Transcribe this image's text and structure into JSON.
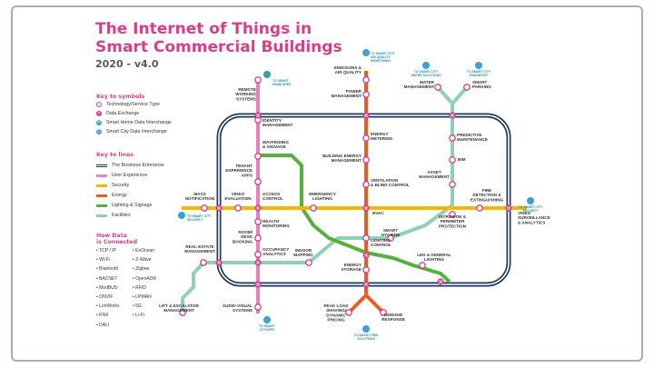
{
  "title_lines": [
    "The Internet of Things in",
    "Smart Commercial Buildings"
  ],
  "subtitle": "2020 - v4.0",
  "key_symbols": {
    "heading": "Key to symbols",
    "items": [
      {
        "label": "Technology/Service Type",
        "glyph": ""
      },
      {
        "label": "Data Exchange",
        "glyph": "×"
      },
      {
        "label": "Smart Home Data Interchange",
        "glyph": "H"
      },
      {
        "label": "Smart City Data Interchange",
        "glyph": "C"
      }
    ]
  },
  "key_lines": {
    "heading": "Key to lines",
    "items": [
      {
        "label": "The Business Enterprise",
        "color": "#1c3a5e",
        "double": true
      },
      {
        "label": "User Experience",
        "color": "#e97fc1"
      },
      {
        "label": "Security",
        "color": "#f5b800"
      },
      {
        "label": "Energy",
        "color": "#ef5a1f"
      },
      {
        "label": "Lighting & Signage",
        "color": "#56b13c"
      },
      {
        "label": "Facilities",
        "color": "#8fd1b5"
      }
    ]
  },
  "how_connected": {
    "heading": [
      "How Data",
      "is Connected"
    ],
    "col1": [
      "TCP / IP",
      "Wi-Fi",
      "Bluetooth",
      "BACNET",
      "ModBUS",
      "ONVIF",
      "LonWorks",
      "KNX",
      "DALI"
    ],
    "col2": [
      "EnOcean",
      "Z-Wave",
      "Zigbee",
      "OpenADR",
      "RFID",
      "LPWAN",
      "5G",
      "Li-Fi"
    ]
  },
  "stations": [
    {
      "id": "remote",
      "lines": [
        "REMOTE",
        "WORKING",
        "SYSTEMS"
      ]
    },
    {
      "id": "identity",
      "lines": [
        "IDENTITY",
        "MANAGEMENT"
      ]
    },
    {
      "id": "wayfinding",
      "lines": [
        "WAYFINDING",
        "& SIGNAGE"
      ]
    },
    {
      "id": "tenant",
      "lines": [
        "TENANT",
        "EXPERIENCE",
        "APPS"
      ]
    },
    {
      "id": "mass",
      "lines": [
        "MASS",
        "NOTIFICATION"
      ]
    },
    {
      "id": "video_eval",
      "lines": [
        "VIDEO",
        "EVALUATION"
      ]
    },
    {
      "id": "access",
      "lines": [
        "ACCESS",
        "CONTROL"
      ]
    },
    {
      "id": "health",
      "lines": [
        "HEALTH",
        "MONITORING"
      ]
    },
    {
      "id": "room",
      "lines": [
        "ROOM/",
        "DESK",
        "BOOKING"
      ]
    },
    {
      "id": "occupancy",
      "lines": [
        "OCCUPANCY",
        "ANALYTICS"
      ]
    },
    {
      "id": "realestate",
      "lines": [
        "REAL-ESTATE",
        "MANAGEMENT"
      ]
    },
    {
      "id": "lift",
      "lines": [
        "LIFT & ESCALATOR",
        "MANAGEMENT"
      ]
    },
    {
      "id": "audio",
      "lines": [
        "AUDIO-VISUAL",
        "SYSTEMS"
      ]
    },
    {
      "id": "indoor",
      "lines": [
        "INDOOR",
        "MAPPING"
      ]
    },
    {
      "id": "emergency",
      "lines": [
        "EMERGENCY",
        "LIGHTING"
      ]
    },
    {
      "id": "emissions",
      "lines": [
        "EMISSIONS &",
        "AIR QUALITY"
      ]
    },
    {
      "id": "power",
      "lines": [
        "POWER",
        "MANAGEMENT"
      ]
    },
    {
      "id": "energy_meter",
      "lines": [
        "ENERGY",
        "METERING"
      ]
    },
    {
      "id": "bem",
      "lines": [
        "BUILDING ENERGY",
        "MANAGEMENT"
      ]
    },
    {
      "id": "ventilation",
      "lines": [
        "VENTILATION",
        "& BLIND CONTROL"
      ]
    },
    {
      "id": "hvac",
      "lines": [
        "HVAC"
      ]
    },
    {
      "id": "lighting_ctrl",
      "lines": [
        "LIGHTING",
        "CONTROL"
      ]
    },
    {
      "id": "energy_storage",
      "lines": [
        "ENERGY",
        "STORAGE"
      ]
    },
    {
      "id": "led",
      "lines": [
        "LED & GENERAL",
        "LIGHTING"
      ]
    },
    {
      "id": "peak",
      "lines": [
        "PEAK LOAD",
        "SHAVING/",
        "DYNAMIC",
        "PRICING"
      ]
    },
    {
      "id": "demand",
      "lines": [
        "DEMAND",
        "RESPONSE"
      ]
    },
    {
      "id": "water",
      "lines": [
        "WATER",
        "MANAGEMENT"
      ]
    },
    {
      "id": "parking",
      "lines": [
        "SMART",
        "PARKING"
      ]
    },
    {
      "id": "predictive",
      "lines": [
        "PREDICTIVE",
        "MAINTENANCE"
      ]
    },
    {
      "id": "bim",
      "lines": [
        "BIM"
      ]
    },
    {
      "id": "asset",
      "lines": [
        "ASSET",
        "MANAGEMENT"
      ]
    },
    {
      "id": "smart_hygiene",
      "lines": [
        "SMART",
        "HYGIENE"
      ]
    },
    {
      "id": "fire",
      "lines": [
        "FIRE",
        "DETECTION &",
        "EXTINGUISHING"
      ]
    },
    {
      "id": "intrusion",
      "lines": [
        "INTRUSION &",
        "PERIMETER",
        "PROTECTION"
      ]
    },
    {
      "id": "video_surv",
      "lines": [
        "VIDEO",
        "SURVEILLANCE",
        "& ANALYTICS"
      ]
    }
  ],
  "interchanges": [
    {
      "id": "smart_home_apps",
      "glyph": "H",
      "lines": [
        "TO SMART",
        "HOME APPS"
      ]
    },
    {
      "id": "smart_city_air",
      "glyph": "C",
      "lines": [
        "TO SMART CITY",
        "AIR QUALITY",
        "MONITORING"
      ]
    },
    {
      "id": "smart_city_water",
      "glyph": "C",
      "lines": [
        "TO SMART CITY",
        "WATER SOLUTIONS"
      ]
    },
    {
      "id": "smart_city_transport",
      "glyph": "C",
      "lines": [
        "TO SMART CITY",
        "TRANSPORT"
      ]
    },
    {
      "id": "smart_city_security_left",
      "glyph": "C",
      "lines": [
        "TO SMART CITY",
        "SECURITY"
      ]
    },
    {
      "id": "smart_city_security_right",
      "glyph": "C",
      "lines": [
        "TO SMART CITY",
        "SECURITY"
      ]
    },
    {
      "id": "smart_cityapps",
      "glyph": "C",
      "lines": [
        "TO SMART",
        "CITYAPPS"
      ]
    },
    {
      "id": "smart_grid",
      "glyph": "C",
      "lines": [
        "TO SMART GRID",
        "SOLUTIONS"
      ]
    }
  ]
}
